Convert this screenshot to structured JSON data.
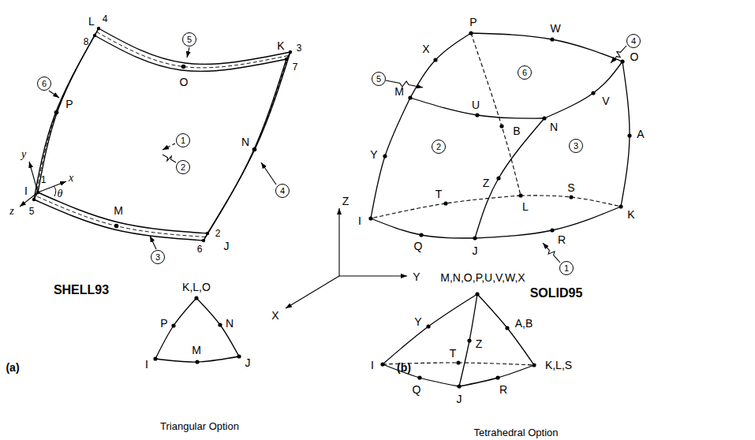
{
  "diagram": {
    "nodes": [
      {
        "text": [
          "1"
        ]
      },
      {
        "text": [
          "2"
        ]
      },
      {
        "text": [
          "3"
        ]
      },
      {
        "text": [
          "4"
        ]
      },
      {
        "text": [
          "5"
        ]
      },
      {
        "text": [
          "6"
        ]
      },
      {
        "text": [
          "1"
        ]
      },
      {
        "text": [
          "2"
        ]
      },
      {
        "text": [
          "3"
        ]
      },
      {
        "text": [
          "4"
        ]
      },
      {
        "text": [
          "5"
        ]
      },
      {
        "text": [
          "6"
        ]
      }
    ],
    "labels": [
      "L",
      "4",
      "8",
      "K",
      "3",
      "7",
      "O",
      "P",
      "y",
      "1",
      "x",
      "θ",
      "I",
      "z",
      "5",
      "M",
      "N",
      "2",
      "6",
      "J",
      "SHELL93",
      "K,L,O",
      "P",
      "N",
      "M",
      "I",
      "J",
      "(a)",
      "Triangular Option",
      "Z",
      "Y",
      "X",
      "X",
      "P",
      "W",
      "O",
      "M",
      "U",
      "B",
      "N",
      "V",
      "A",
      "Y",
      "L",
      "S",
      "T",
      "Z",
      "K",
      "I",
      "R",
      "Q",
      "J",
      "SOLID95",
      "M,N,O,P,U,V,W,X",
      "Y",
      "A,B",
      "T",
      "Z",
      "K,L,S",
      "I",
      "Q",
      "R",
      "J",
      "(b)",
      "Tetrahedral Option"
    ]
  }
}
